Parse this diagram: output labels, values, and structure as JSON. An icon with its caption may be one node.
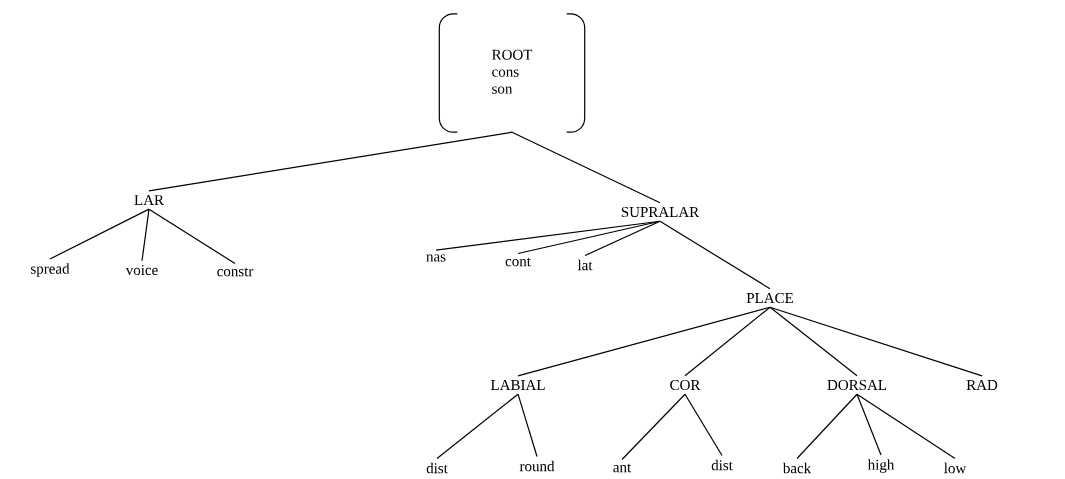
{
  "diagram": {
    "nodes": [
      {
        "text": [
          "ROOT",
          "cons",
          "son"
        ]
      },
      {
        "text": [
          "LAR"
        ]
      },
      {
        "text": [
          "SUPRALAR"
        ]
      },
      {
        "text": [
          "spread"
        ]
      },
      {
        "text": [
          "voice"
        ]
      },
      {
        "text": [
          "constr"
        ]
      },
      {
        "text": [
          "nas"
        ]
      },
      {
        "text": [
          "cont"
        ]
      },
      {
        "text": [
          "lat"
        ]
      },
      {
        "text": [
          "PLACE"
        ]
      },
      {
        "text": [
          "LABIAL"
        ]
      },
      {
        "text": [
          "COR"
        ]
      },
      {
        "text": [
          "DORSAL"
        ]
      },
      {
        "text": [
          "RAD"
        ]
      },
      {
        "text": [
          "dist"
        ]
      },
      {
        "text": [
          "round"
        ]
      },
      {
        "text": [
          "ant"
        ]
      },
      {
        "text": [
          "dist"
        ]
      },
      {
        "text": [
          "back"
        ]
      },
      {
        "text": [
          "high"
        ]
      },
      {
        "text": [
          "low"
        ]
      }
    ],
    "edges": [
      {
        "from": 0,
        "to": 1,
        "arrow": "none"
      },
      {
        "from": 0,
        "to": 2,
        "arrow": "none"
      },
      {
        "from": 1,
        "to": 3,
        "arrow": "none"
      },
      {
        "from": 1,
        "to": 4,
        "arrow": "none"
      },
      {
        "from": 1,
        "to": 5,
        "arrow": "none"
      },
      {
        "from": 2,
        "to": 6,
        "arrow": "none"
      },
      {
        "from": 2,
        "to": 7,
        "arrow": "none"
      },
      {
        "from": 2,
        "to": 8,
        "arrow": "none"
      },
      {
        "from": 2,
        "to": 9,
        "arrow": "none"
      },
      {
        "from": 9,
        "to": 10,
        "arrow": "none"
      },
      {
        "from": 9,
        "to": 11,
        "arrow": "none"
      },
      {
        "from": 9,
        "to": 12,
        "arrow": "none"
      },
      {
        "from": 9,
        "to": 13,
        "arrow": "none"
      },
      {
        "from": 10,
        "to": 14,
        "arrow": "none"
      },
      {
        "from": 10,
        "to": 15,
        "arrow": "none"
      },
      {
        "from": 11,
        "to": 16,
        "arrow": "none"
      },
      {
        "from": 11,
        "to": 17,
        "arrow": "none"
      },
      {
        "from": 12,
        "to": 18,
        "arrow": "none"
      },
      {
        "from": 12,
        "to": 19,
        "arrow": "none"
      },
      {
        "from": 12,
        "to": 20,
        "arrow": "none"
      }
    ]
  }
}
